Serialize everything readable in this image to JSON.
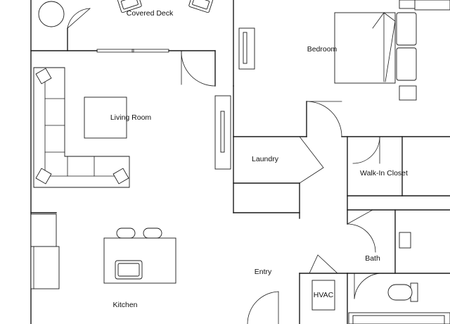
{
  "rooms": {
    "covered_deck": "Covered Deck",
    "bedroom": "Bedroom",
    "living_room": "Living Room",
    "laundry": "Laundry",
    "walk_in_closet": "Walk-In Closet",
    "bath": "Bath",
    "entry": "Entry",
    "hvac": "HVAC",
    "kitchen": "Kitchen"
  },
  "colors": {
    "line": "#1a1a1a",
    "background": "#ffffff"
  }
}
